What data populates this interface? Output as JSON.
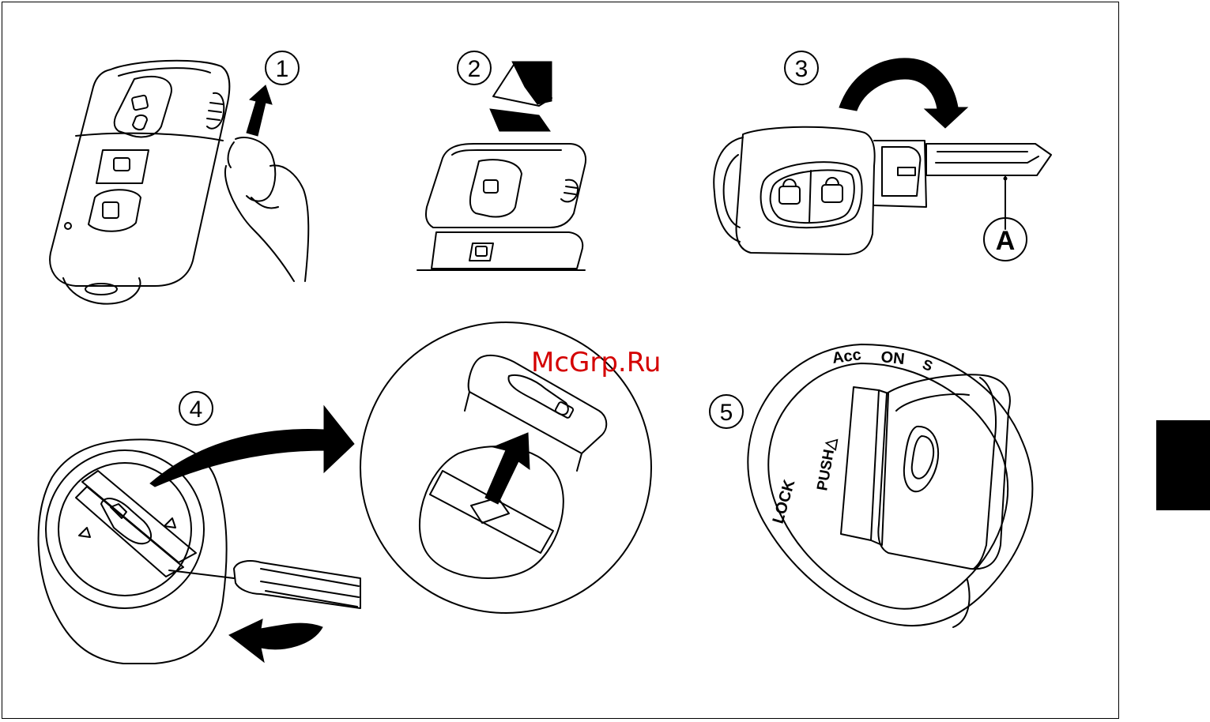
{
  "watermark": "McGrp.Ru",
  "steps": [
    "1",
    "2",
    "3",
    "4",
    "5"
  ],
  "part_label": "A",
  "ignition_labels": {
    "acc": "Acc",
    "on": "ON",
    "start": "S",
    "lock": "LOCK",
    "push": "PUSH△"
  },
  "colors": {
    "line": "#000000",
    "watermark": "#d40000",
    "background": "#ffffff"
  }
}
